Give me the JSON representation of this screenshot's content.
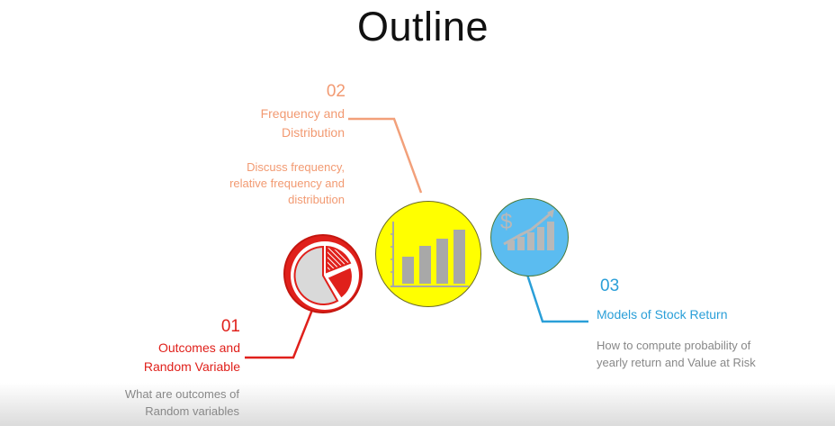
{
  "title": "Outline",
  "items": [
    {
      "number": "01",
      "heading_line1": "Outcomes and",
      "heading_line2": "Random Variable",
      "desc_line1": "What are outcomes  of",
      "desc_line2": "Random variables",
      "color": "#e0201b",
      "icon": "pie-chart-icon"
    },
    {
      "number": "02",
      "heading_line1": "Frequency and",
      "heading_line2": "Distribution",
      "desc_line1": "Discuss frequency,",
      "desc_line2": "relative frequency and",
      "desc_line3": "distribution",
      "color": "#f29a72",
      "icon": "bar-chart-icon"
    },
    {
      "number": "03",
      "heading": "Models of Stock Return",
      "desc_line1": "How to compute probability of",
      "desc_line2": "yearly return and Value at Risk",
      "color": "#2a9fd8",
      "icon": "dollar-growth-icon"
    }
  ]
}
